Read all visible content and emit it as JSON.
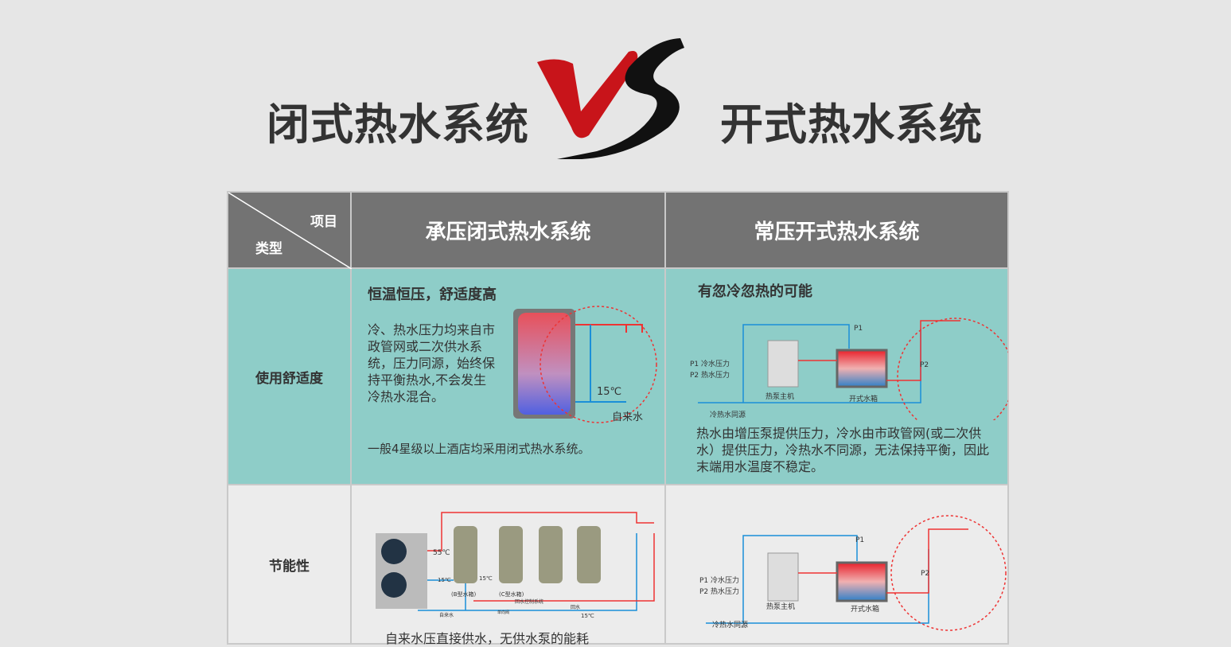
{
  "title_left": "闭式热水系统",
  "title_vs": "VS",
  "title_right": "开式热水系统",
  "table": {
    "corner": {
      "item": "项目",
      "type": "类型"
    },
    "columns": [
      "承压闭式热水系统",
      "常压开式热水系统"
    ],
    "rows": [
      {
        "label": "使用舒适度",
        "closed": {
          "heading": "恒温恒压，舒适度高",
          "body": "冷、热水压力均来自市政管网或二次供水系统，压力同源，始终保持平衡热水,不会发生冷热水混合。",
          "note": "一般4星级以上酒店均采用闭式热水系统。",
          "temp": "15℃",
          "tap": "自来水"
        },
        "open": {
          "heading": "有忽冷忽热的可能",
          "legend1": "P1 冷水压力",
          "legend2": "P2 热水压力",
          "p1": "P1",
          "p2": "P2",
          "unit": "热泵主机",
          "tank": "开式水箱",
          "source": "冷热水同源",
          "body": "热水由增压泵提供压力，冷水由市政管网(或二次供水）提供压力，冷热水不同源，无法保持平衡，因此末端用水温度不稳定。"
        }
      },
      {
        "label": "节能性",
        "closed": {
          "t55": "55℃",
          "t15a": "15℃",
          "t15b": "15℃",
          "t15c": "15℃",
          "tankB": "(B型水箱)",
          "tankC": "(C型水箱)",
          "tap": "自来水",
          "return": "回水",
          "valve": "单向阀",
          "ctrl": "回水控制系统",
          "body": "自来水压直接供水，无供水泵的能耗"
        },
        "open": {
          "legend1": "P1 冷水压力",
          "legend2": "P2 热水压力",
          "p1": "P1",
          "p2": "P2",
          "unit": "热泵主机",
          "tank": "开式水箱",
          "source": "冷热水同源"
        }
      }
    ]
  }
}
